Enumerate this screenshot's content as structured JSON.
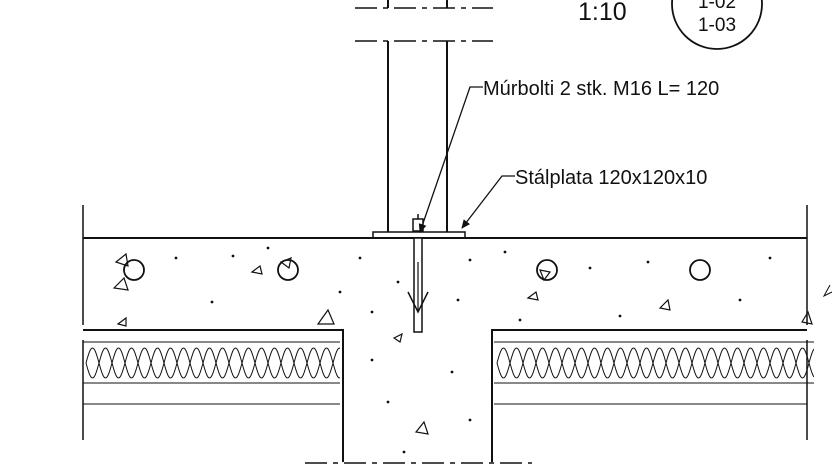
{
  "title_block": {
    "scale": "1:10",
    "reference_top": "1-02",
    "reference_bottom": "1-03"
  },
  "callouts": {
    "bolts": "Múrbolti 2 stk. M16 L= 120",
    "plate": "Stálplata 120x120x10"
  }
}
